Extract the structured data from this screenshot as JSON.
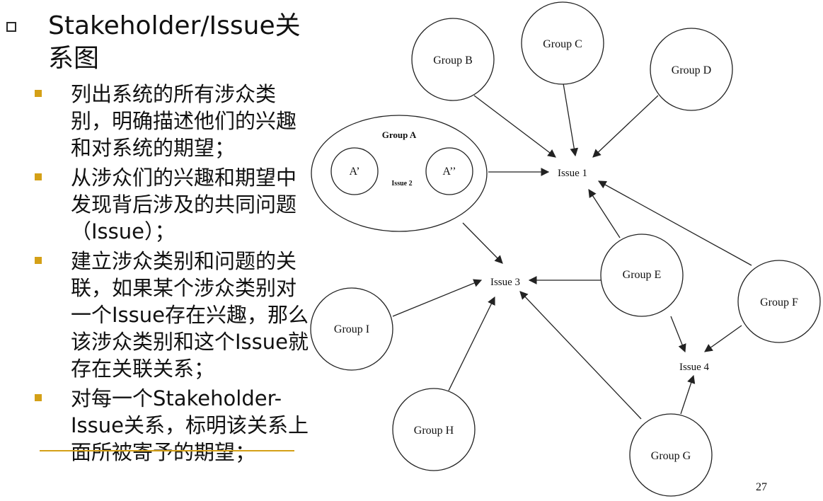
{
  "slide": {
    "title": "Stakeholder/Issue关系图",
    "bullets": [
      "列出系统的所有涉众类别，明确描述他们的兴趣和对系统的期望；",
      "从涉众们的兴趣和期望中发现背后涉及的共同问题（Issue）；",
      "建立涉众类别和问题的关联，如果某个涉众类别对一个Issue存在兴趣，那么该涉众类别和这个Issue就存在关联关系；",
      "对每一个Stakeholder-Issue关系，标明该关系上面所被寄予的期望；"
    ],
    "page_number": "27"
  },
  "diagram": {
    "groups": {
      "a": "Group A",
      "b": "Group B",
      "c": "Group C",
      "d": "Group D",
      "e": "Group E",
      "f": "Group F",
      "g": "Group G",
      "h": "Group H",
      "i": "Group I"
    },
    "subgroups": {
      "a1": "A’",
      "a2": "A’’"
    },
    "issues": {
      "issue1": "Issue 1",
      "issue2": "Issue 2",
      "issue3": "Issue 3",
      "issue4": "Issue 4"
    },
    "colors": {
      "line": "#222222",
      "accent": "#d4a017"
    }
  }
}
